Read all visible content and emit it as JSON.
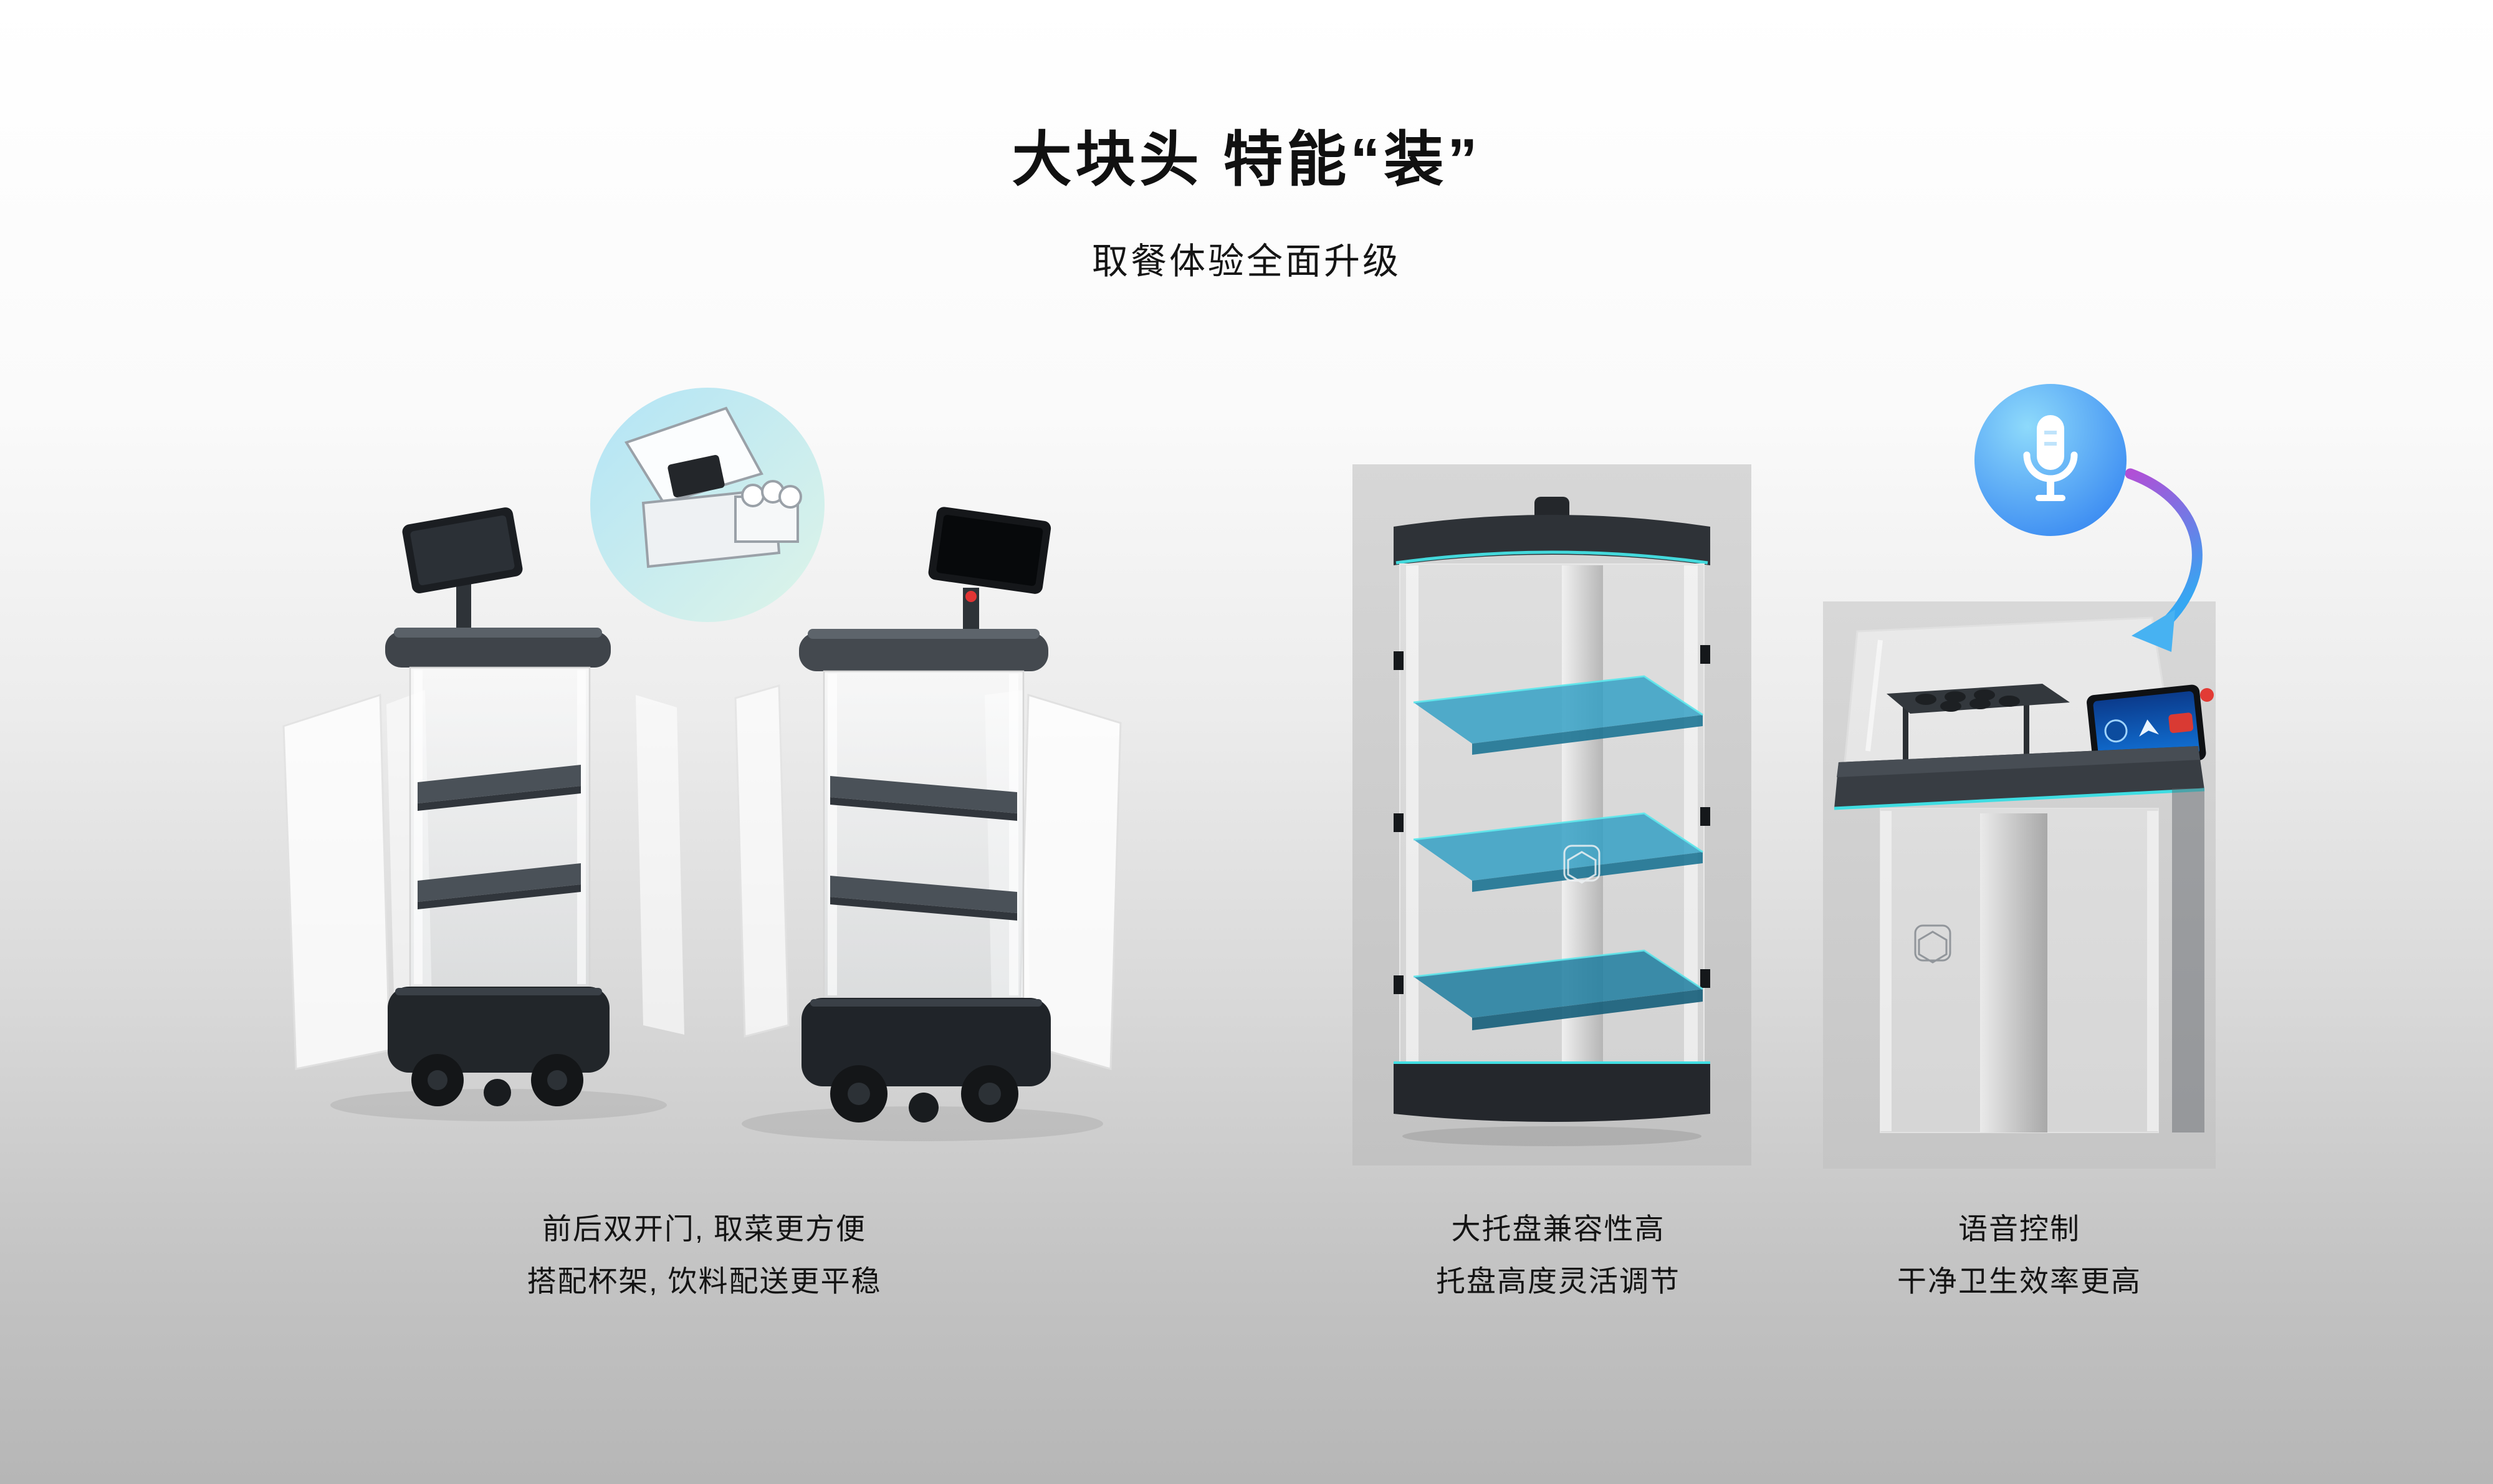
{
  "header": {
    "title": "大块头 特能“装”",
    "subtitle": "取餐体验全面升级"
  },
  "features": {
    "doors": {
      "caption_line1": "前后双开门, 取菜更方便",
      "caption_line2": "搭配杯架, 饮料配送更平稳",
      "illustration": "two-delivery-robots-with-open-front-and-back-doors-and-cupholder-callout"
    },
    "tray": {
      "caption_line1": "大托盘兼容性高",
      "caption_line2": "托盘高度灵活调节",
      "illustration": "robot-cabinet-with-three-adjustable-teal-trays"
    },
    "voice": {
      "caption_line1": "语音控制",
      "caption_line2": "干净卫生效率更高",
      "illustration": "robot-top-with-touchscreen-and-cup-rack"
    }
  },
  "icons": {
    "voice": "microphone-icon",
    "arrow": "curved-arrow-icon"
  },
  "colors": {
    "accent_teal": "#3fdde2",
    "tray_teal": "#2f9fc4",
    "mic_blue": "#2b7cf0",
    "arrow_purple": "#b14fd6",
    "background_top": "#ffffff",
    "background_bottom": "#b6b6b6",
    "robot_dark": "#22262a"
  }
}
